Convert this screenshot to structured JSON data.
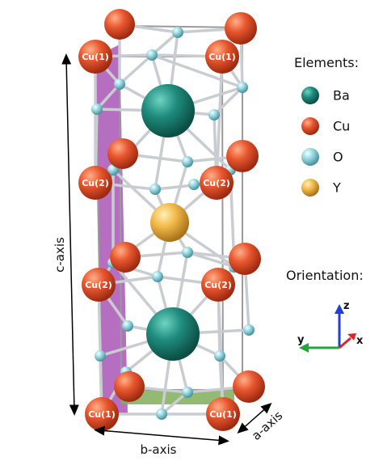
{
  "axes": {
    "c_axis": "c-axis",
    "b_axis": "b-axis",
    "a_axis": "a-axis"
  },
  "legend": {
    "title": "Elements:",
    "items": [
      {
        "label": "Ba",
        "color": "#1f8c7d"
      },
      {
        "label": "Cu",
        "color": "#e8562e"
      },
      {
        "label": "O",
        "color": "#8fd3dd"
      },
      {
        "label": "Y",
        "color": "#f2b94a"
      }
    ]
  },
  "orientation": {
    "title": "Orientation:",
    "z": "z",
    "y": "y",
    "x": "x",
    "colors": {
      "z": "#1f3fd6",
      "y": "#22a83a",
      "x": "#d62828"
    }
  },
  "atom_labels": {
    "cu1": "Cu(1)",
    "cu2": "Cu(2)"
  },
  "colors": {
    "ba": "#1f8c7d",
    "cu": "#e8562e",
    "o": "#8fd3dd",
    "y": "#f2b94a",
    "bond": "#c9ccd1",
    "plane_purple": "#a855b5",
    "plane_green": "#7fae5a"
  }
}
